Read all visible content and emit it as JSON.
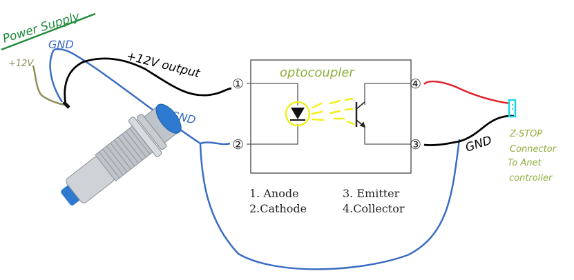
{
  "labels": {
    "power_supply": "Power Supply",
    "gnd_top": "GND",
    "plus12v": "+12V",
    "output_12v": "+12V output",
    "gnd_mid": "GND",
    "optocoupler": "optocoupler",
    "gnd_right": "GND",
    "zstop": [
      "Z-STOP",
      "Connector",
      "To Anet",
      "controller"
    ]
  },
  "pins": {
    "p1": "①",
    "p2": "②",
    "p3": "③",
    "p4": "④"
  },
  "legend": {
    "anode": "1. Anode",
    "cathode": "2.Cathode",
    "emitter": "3. Emitter",
    "collector": "4.Collector"
  },
  "colors": {
    "power_supply": "#1f8a3a",
    "gnd_wire": "#3a6cc4",
    "plus12v_wire": "#8f8d5a",
    "signal_wire": "#000000",
    "collector_wire": "#e0202a",
    "connector": "#19d6e6",
    "annotation_green": "#8fae3c",
    "led_highlight": "#f2f01a",
    "circuit": "#555555"
  }
}
